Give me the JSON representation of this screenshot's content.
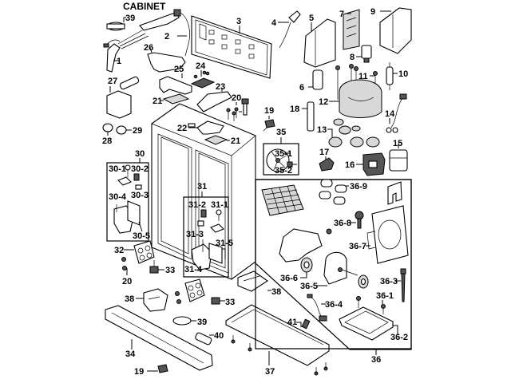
{
  "diagram": {
    "title": "CABINET",
    "labels": {
      "p1": "1",
      "p2": "2",
      "p3": "3",
      "p4": "4",
      "p5": "5",
      "p6": "6",
      "p7": "7",
      "p8": "8",
      "p9": "9",
      "p10": "10",
      "p11": "11",
      "p12": "12",
      "p13": "13",
      "p14": "14",
      "p15": "15",
      "p16": "16",
      "p17": "17",
      "p18": "18",
      "p19a": "19",
      "p19b": "19",
      "p20a": "20",
      "p20b": "20",
      "p21a": "21",
      "p21b": "21",
      "p22": "22",
      "p23": "23",
      "p24": "24",
      "p25": "25",
      "p26": "26",
      "p27": "27",
      "p28": "28",
      "p29": "29",
      "p30": "30",
      "p30_1": "30-1",
      "p30_2": "30-2",
      "p30_3": "30-3",
      "p30_4": "30-4",
      "p30_5": "30-5",
      "p31": "31",
      "p31_1": "31-1",
      "p31_2": "31-2",
      "p31_3": "31-3",
      "p31_4": "31-4",
      "p31_5": "31-5",
      "p32": "32",
      "p33a": "33",
      "p33b": "33",
      "p34": "34",
      "p35": "35",
      "p35_1": "35-1",
      "p35_2": "35-2",
      "p36": "36",
      "p36_1": "36-1",
      "p36_2": "36-2",
      "p36_3": "36-3",
      "p36_4": "36-4",
      "p36_5": "36-5",
      "p36_6": "36-6",
      "p36_7": "36-7",
      "p36_8": "36-8",
      "p36_9": "36-9",
      "p37": "37",
      "p38a": "38",
      "p38b": "38",
      "p39a": "39",
      "p39b": "39",
      "p40": "40",
      "p41": "41"
    }
  }
}
